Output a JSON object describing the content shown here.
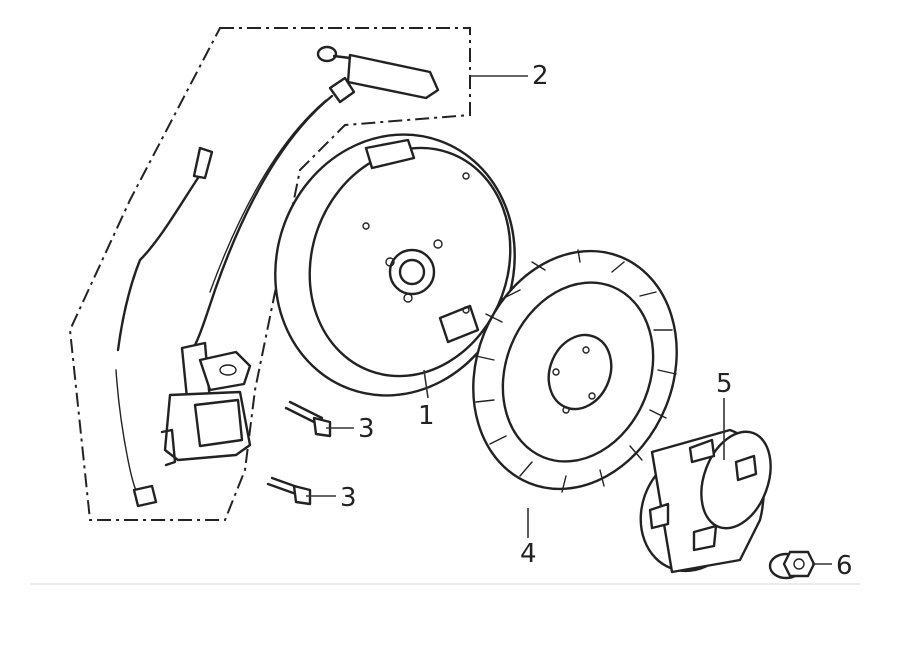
{
  "callouts": [
    {
      "id": "callout-1",
      "label": "1"
    },
    {
      "id": "callout-2",
      "label": "2"
    },
    {
      "id": "callout-3a",
      "label": "3"
    },
    {
      "id": "callout-3b",
      "label": "3"
    },
    {
      "id": "callout-4",
      "label": "4"
    },
    {
      "id": "callout-5",
      "label": "5"
    },
    {
      "id": "callout-6",
      "label": "6"
    }
  ]
}
